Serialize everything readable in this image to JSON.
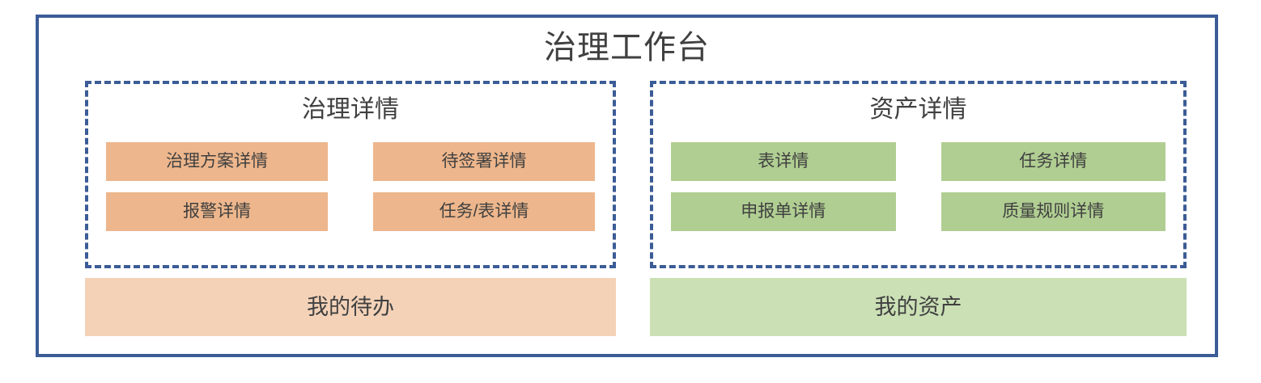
{
  "board": {
    "title": "治理工作台",
    "frame_color": "#3b5c96",
    "text_color": "#404040"
  },
  "panels": [
    {
      "id": "governance-details",
      "title": "治理详情",
      "chip_color": "#edb68c",
      "chips": [
        {
          "label": "治理方案详情"
        },
        {
          "label": "待签署详情"
        },
        {
          "label": "报警详情"
        },
        {
          "label": "任务/表详情"
        }
      ]
    },
    {
      "id": "asset-details",
      "title": "资产详情",
      "chip_color": "#b0ce92",
      "chips": [
        {
          "label": "表详情"
        },
        {
          "label": "任务详情"
        },
        {
          "label": "申报单详情"
        },
        {
          "label": "质量规则详情"
        }
      ]
    }
  ],
  "bars": [
    {
      "id": "my-todo",
      "label": "我的待办",
      "color": "#f3d2b8"
    },
    {
      "id": "my-assets",
      "label": "我的资产",
      "color": "#cbe0b5"
    }
  ]
}
